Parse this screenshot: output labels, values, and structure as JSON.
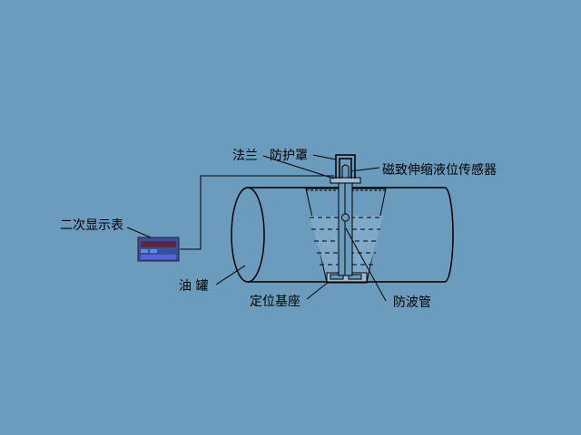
{
  "labels": {
    "display": "二次显示表",
    "flange": "法兰",
    "cover": "防护罩",
    "sensor": "磁致伸缩液位传感器",
    "tank": "油 罐",
    "base": "定位基座",
    "wave_tube": "防波管"
  },
  "colors": {
    "background": "#6b9bbd",
    "liquid": "#7fa9c8",
    "display": "#3a4f9a"
  }
}
